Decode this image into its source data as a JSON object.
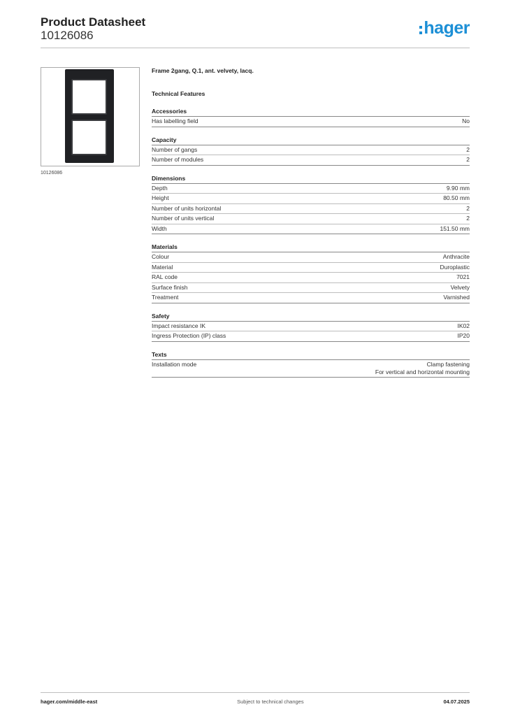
{
  "header": {
    "title": "Product Datasheet",
    "article_number": "10126086",
    "logo_text": "hager",
    "brand_color": "#1c8fd6"
  },
  "image": {
    "caption": "10126086",
    "product_color": "#202124"
  },
  "product": {
    "name": "Frame 2gang, Q.1, ant. velvety, lacq.",
    "features_heading": "Technical Features"
  },
  "sections": [
    {
      "title": "Accessories",
      "rows": [
        {
          "label": "Has labelling field",
          "value": "No"
        }
      ]
    },
    {
      "title": "Capacity",
      "rows": [
        {
          "label": "Number of gangs",
          "value": "2"
        },
        {
          "label": "Number of modules",
          "value": "2"
        }
      ]
    },
    {
      "title": "Dimensions",
      "rows": [
        {
          "label": "Depth",
          "value": "9.90 mm"
        },
        {
          "label": "Height",
          "value": "80.50 mm"
        },
        {
          "label": "Number of units horizontal",
          "value": "2"
        },
        {
          "label": "Number of units vertical",
          "value": "2"
        },
        {
          "label": "Width",
          "value": "151.50 mm"
        }
      ]
    },
    {
      "title": "Materials",
      "rows": [
        {
          "label": "Colour",
          "value": "Anthracite"
        },
        {
          "label": "Material",
          "value": "Duroplastic"
        },
        {
          "label": "RAL code",
          "value": "7021"
        },
        {
          "label": "Surface finish",
          "value": "Velvety"
        },
        {
          "label": "Treatment",
          "value": "Varnished"
        }
      ]
    },
    {
      "title": "Safety",
      "rows": [
        {
          "label": "Impact resistance IK",
          "value": "IK02"
        },
        {
          "label": "Ingress Protection (IP) class",
          "value": "IP20"
        }
      ]
    },
    {
      "title": "Texts",
      "rows": [
        {
          "label": "Installation mode",
          "value": "Clamp fastening\nFor vertical and horizontal mounting"
        }
      ]
    }
  ],
  "footer": {
    "website": "hager.com/middle-east",
    "notice": "Subject to technical changes",
    "date": "04.07.2025"
  }
}
